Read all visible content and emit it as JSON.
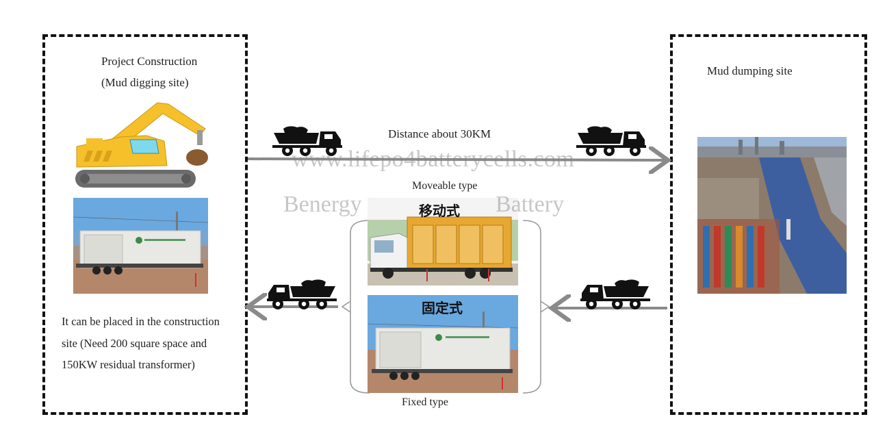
{
  "left_site": {
    "title": "Project Construction",
    "subtitle": "(Mud digging site)",
    "note": "It can be placed in the construction site (Need 200 square space and 150KW residual transformer)"
  },
  "right_site": {
    "title": "Mud dumping site"
  },
  "route": {
    "distance_label": "Distance about 30KM",
    "moveable_label": "Moveable type",
    "fixed_label": "Fixed type",
    "moveable_cn": "移动式",
    "fixed_cn": "固定式"
  },
  "watermark": {
    "url": "www.lifepo4batterycells.com",
    "brand_left": "Benergy",
    "brand_right": "Battery"
  },
  "icons": {
    "truck": "dump-truck-icon",
    "excavator": "excavator-icon"
  },
  "colors": {
    "arrow": "#8a8a8a",
    "excavator_yellow": "#f5c02a",
    "container_white": "#e8e8e4",
    "mobile_truck_orange": "#e8a830",
    "port_water": "#3d5fa0"
  }
}
